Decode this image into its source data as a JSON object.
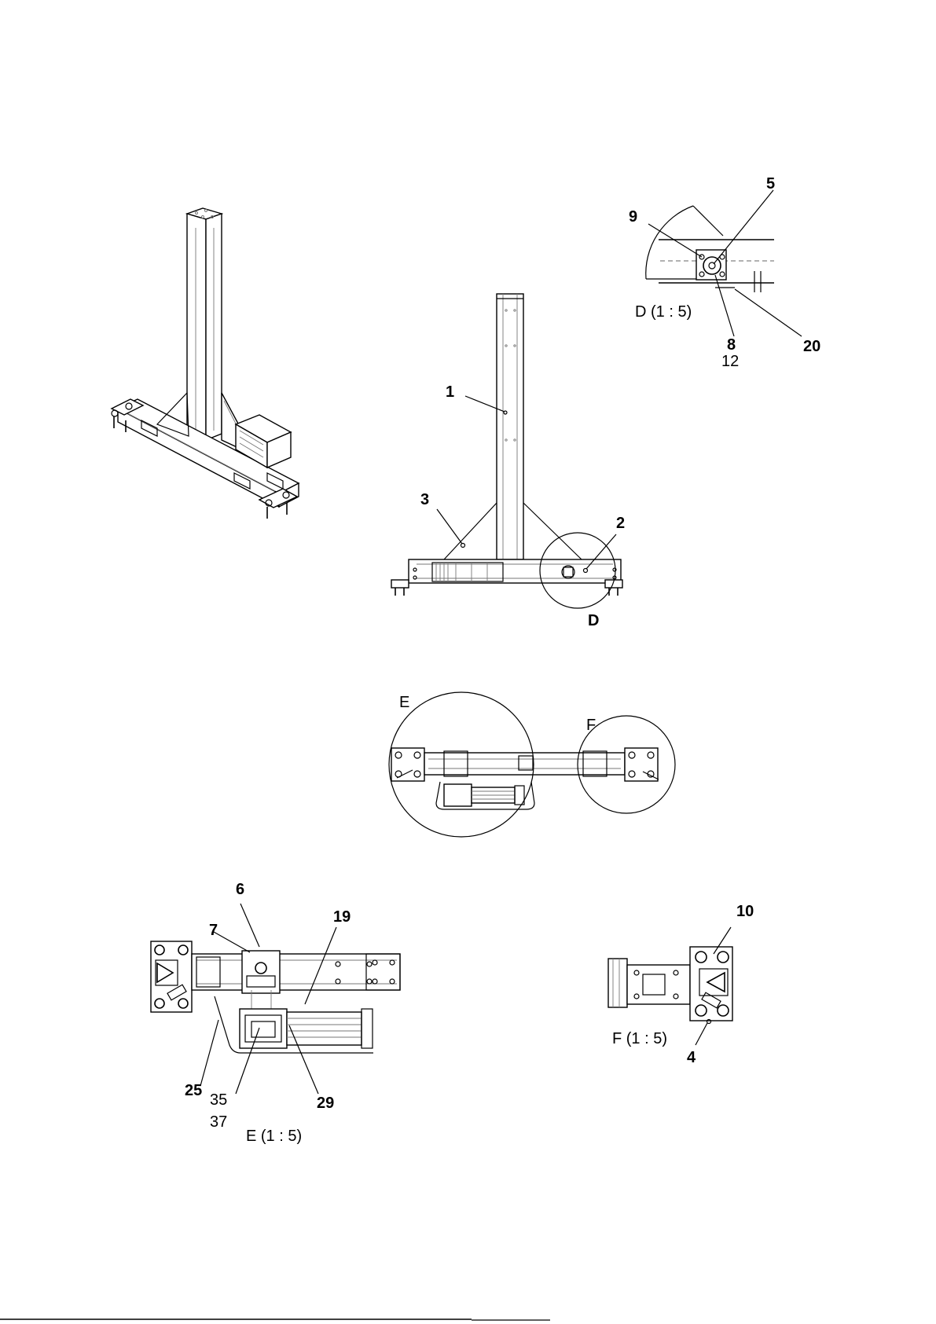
{
  "callouts": {
    "c1": "1",
    "c2": "2",
    "c3": "3",
    "c4": "4",
    "c5": "5",
    "c6": "6",
    "c7": "7",
    "c8": "8",
    "c9": "9",
    "c10": "10",
    "c12": "12",
    "c19": "19",
    "c20": "20",
    "c25": "25",
    "c29": "29",
    "c35": "35",
    "c37": "37"
  },
  "views": {
    "detail_d_marker": "D",
    "detail_d_title": "D (1 : 5)",
    "detail_e_marker": "E",
    "detail_e_title": "E (1 : 5)",
    "detail_f_marker": "F",
    "detail_f_title": "F (1 : 5)"
  }
}
